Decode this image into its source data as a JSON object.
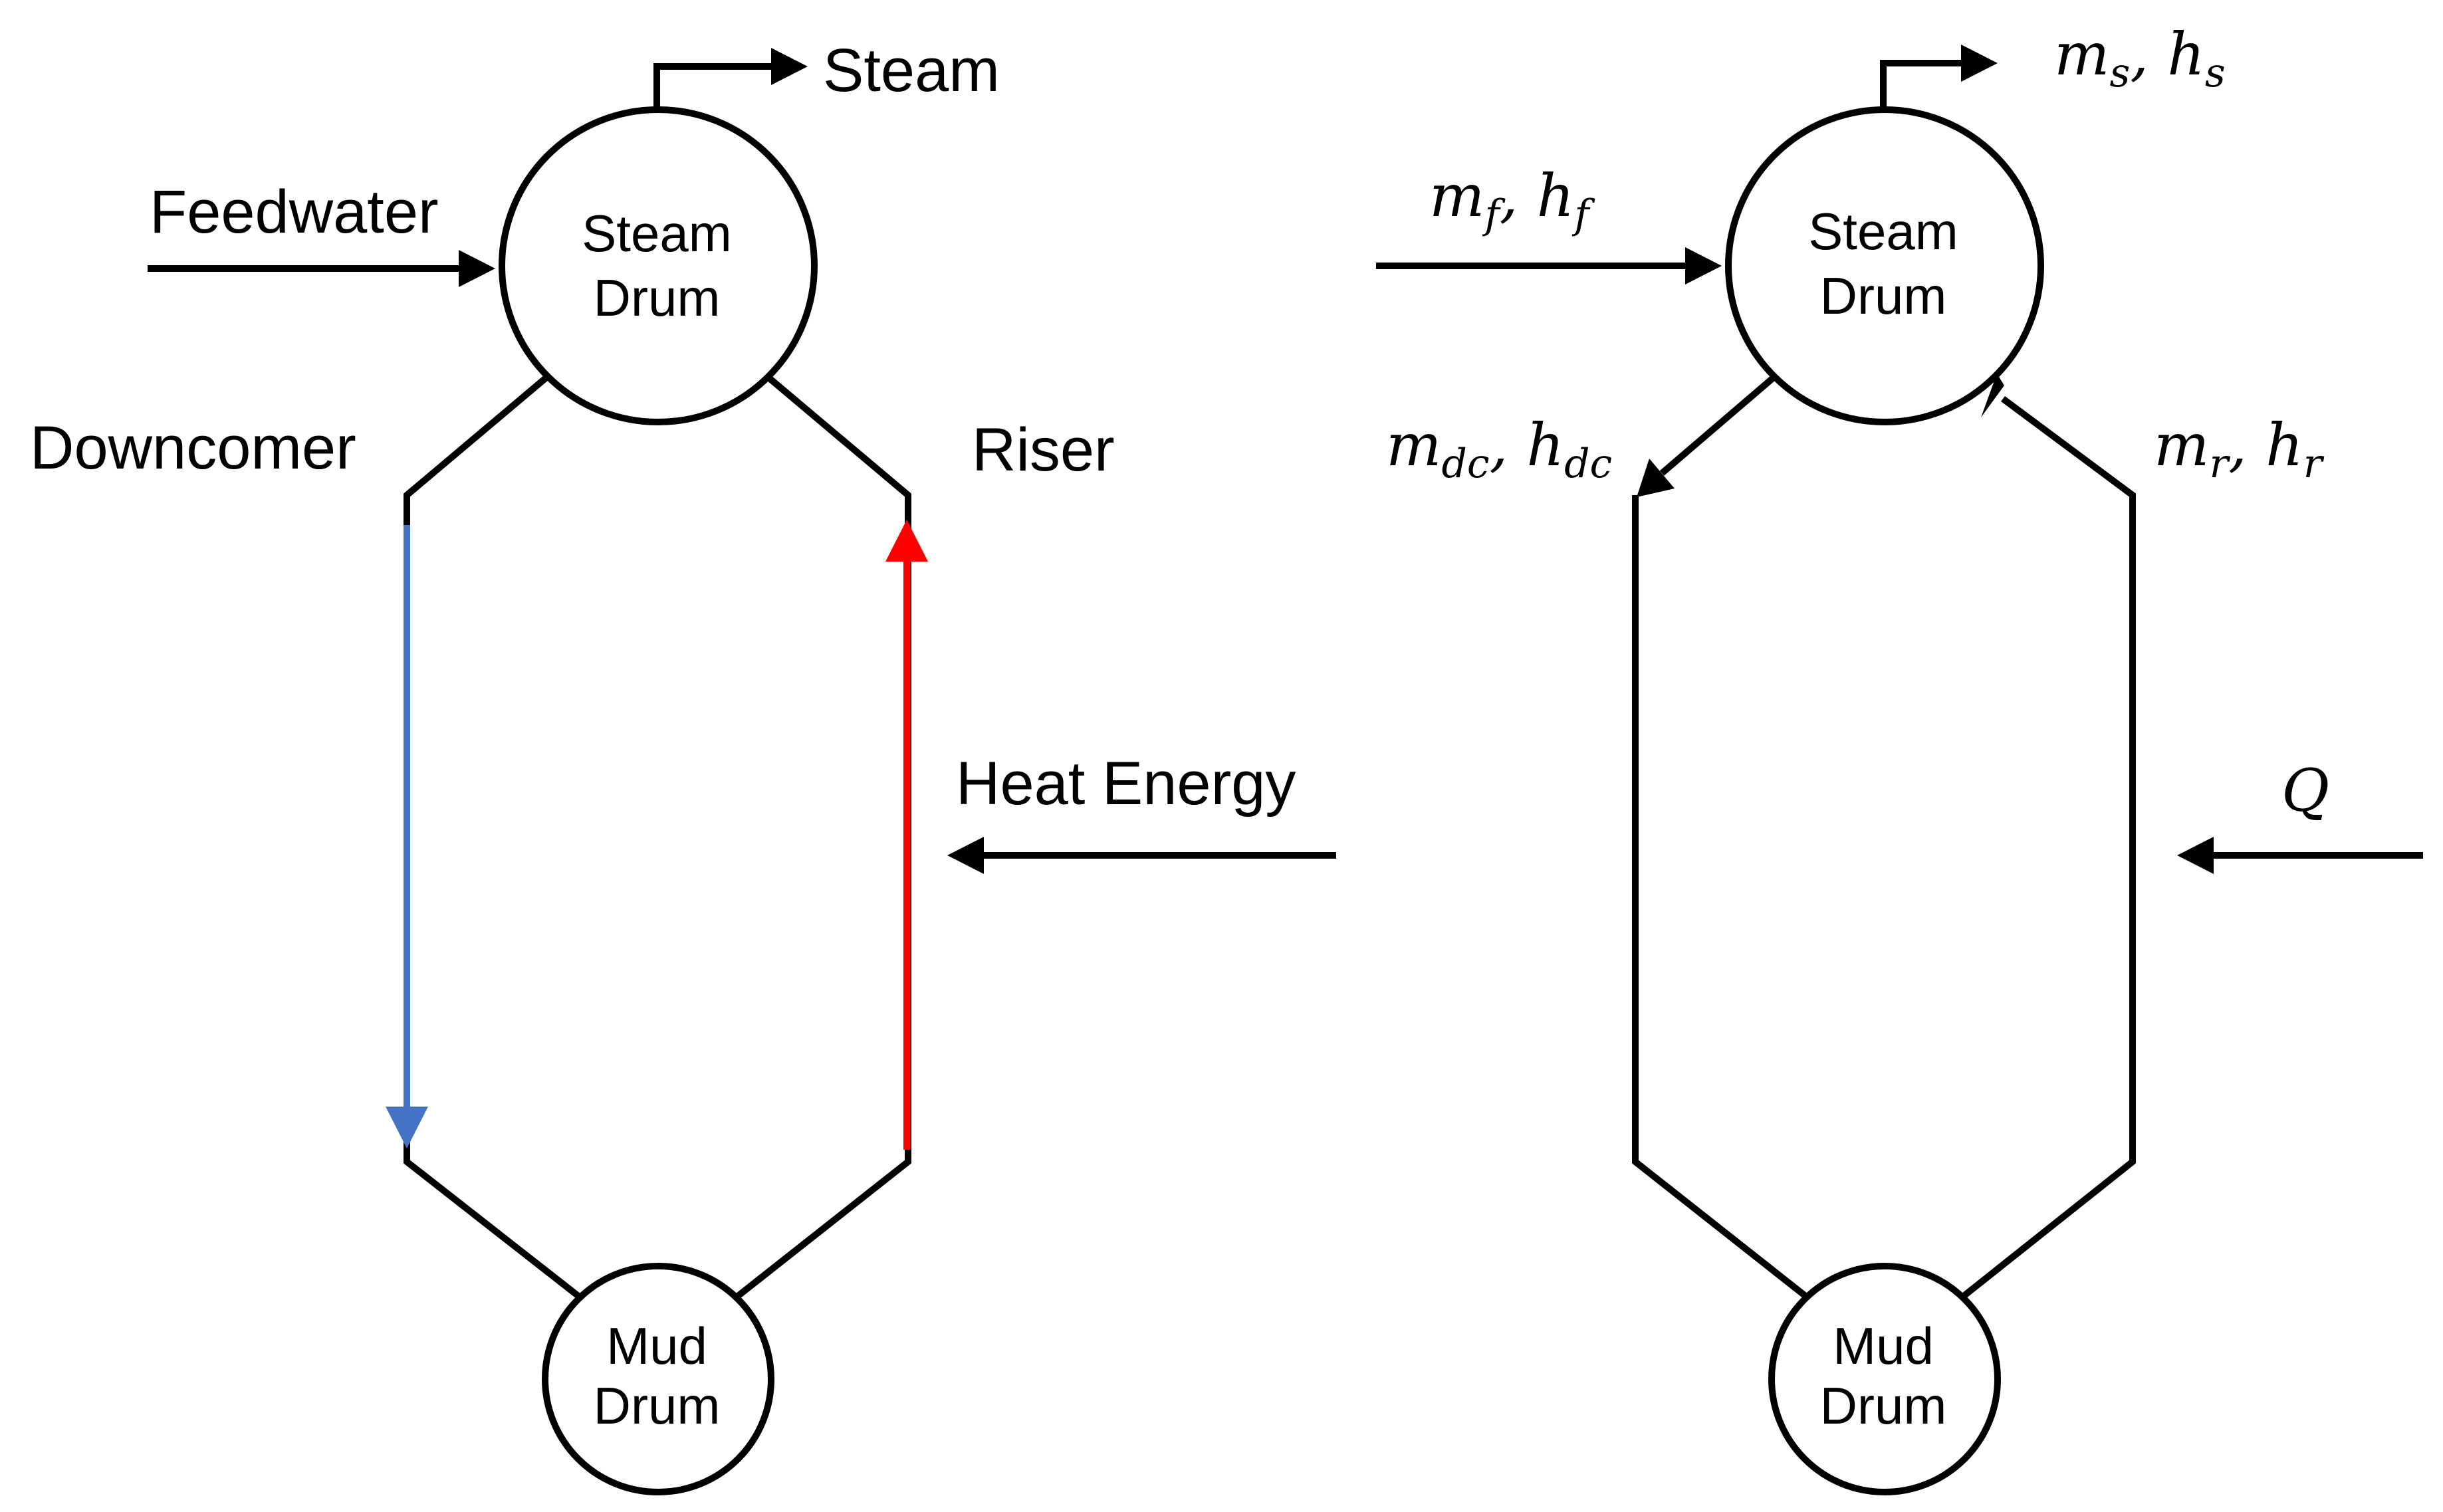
{
  "colors": {
    "line": "#000000",
    "downcomer_flow": "#4472C4",
    "riser_flow": "#FF0000"
  },
  "left_diagram": {
    "steam_label": "Steam",
    "feedwater_label": "Feedwater",
    "downcomer_label": "Downcomer",
    "riser_label": "Riser",
    "heat_label": "Heat Energy",
    "steam_drum": {
      "line1": "Steam",
      "line2": "Drum"
    },
    "mud_drum": {
      "line1": "Mud",
      "line2": "Drum"
    }
  },
  "right_diagram": {
    "steam_drum": {
      "line1": "Steam",
      "line2": "Drum"
    },
    "mud_drum": {
      "line1": "Mud",
      "line2": "Drum"
    },
    "steam_flow": {
      "m": "m",
      "m_sub": "s",
      "sep": ", ",
      "h": "h",
      "h_sub": "s"
    },
    "feed_flow": {
      "m": "m",
      "m_sub": "f",
      "sep": ", ",
      "h": "h",
      "h_sub": "f"
    },
    "downcomer_flow": {
      "m": "m",
      "m_sub": "dc",
      "sep": ", ",
      "h": "h",
      "h_sub": "dc"
    },
    "riser_flow": {
      "m": "m",
      "m_sub": "r",
      "sep": ", ",
      "h": "h",
      "h_sub": "r"
    },
    "heat_symbol": "Q"
  }
}
